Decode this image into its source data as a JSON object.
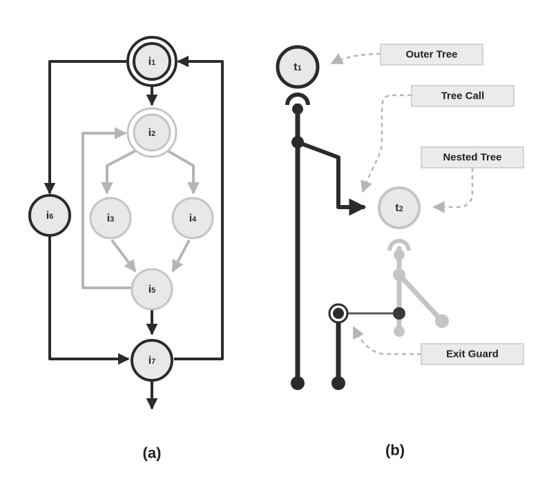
{
  "panel_a": {
    "caption": "(a)",
    "nodes": {
      "i1": {
        "base": "i",
        "sub": "1"
      },
      "i2": {
        "base": "i",
        "sub": "2"
      },
      "i3": {
        "base": "i",
        "sub": "3"
      },
      "i4": {
        "base": "i",
        "sub": "4"
      },
      "i5": {
        "base": "i",
        "sub": "5"
      },
      "i6": {
        "base": "i",
        "sub": "6"
      },
      "i7": {
        "base": "i",
        "sub": "7"
      }
    }
  },
  "panel_b": {
    "caption": "(b)",
    "nodes": {
      "t1": {
        "base": "t",
        "sub": "1"
      },
      "t2": {
        "base": "t",
        "sub": "2"
      }
    },
    "callouts": {
      "outer_tree": "Outer Tree",
      "tree_call": "Tree Call",
      "nested_tree": "Nested Tree",
      "exit_guard": "Exit Guard"
    }
  },
  "colors": {
    "dark": "#2b2b2b",
    "light": "#b5b5b5",
    "node_fill": "#e8e8e8",
    "callout_fill": "#ebebeb",
    "callout_border": "#c8c8c8"
  }
}
